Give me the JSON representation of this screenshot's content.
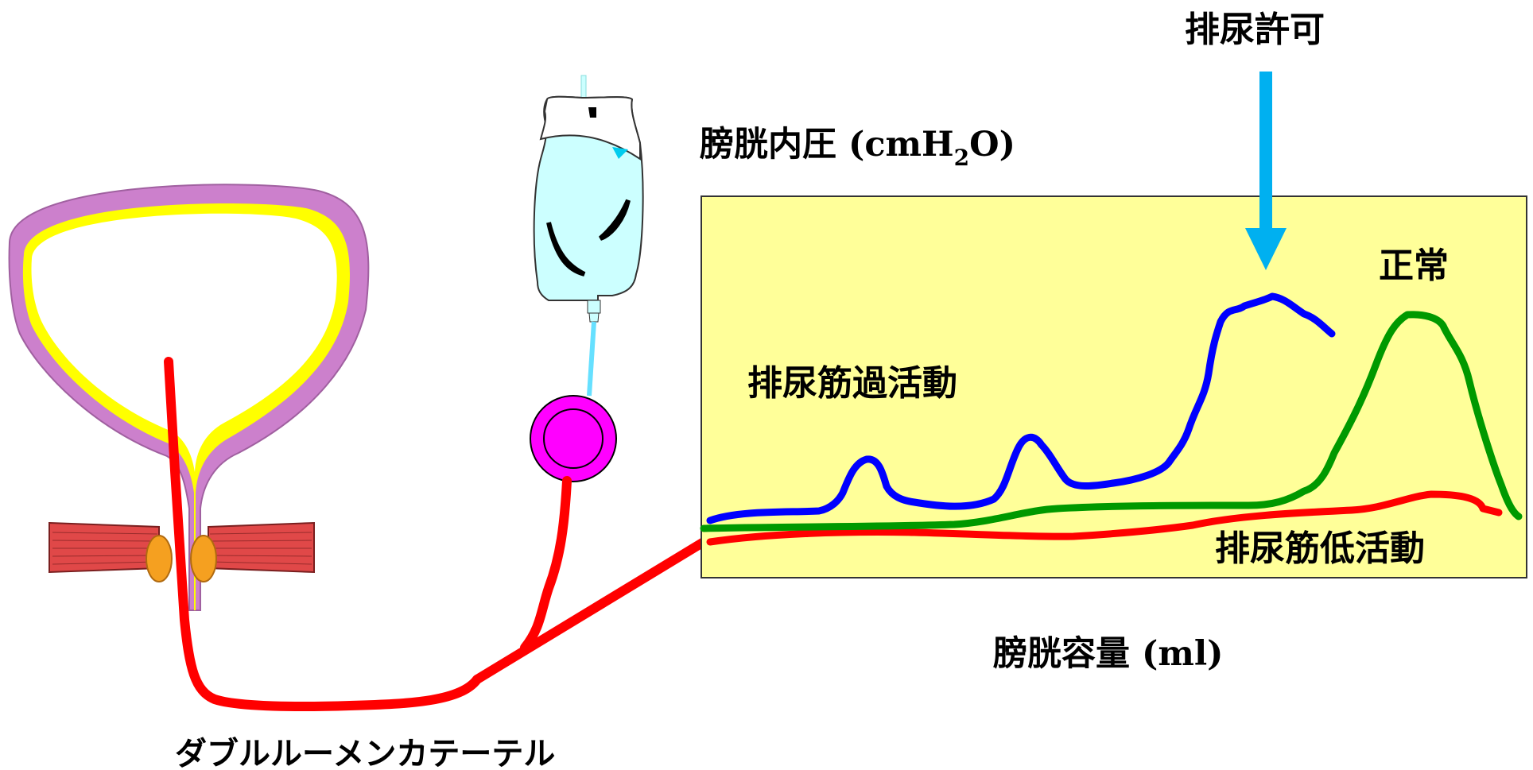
{
  "labels": {
    "pressure_axis": "膀胱内圧 (cmH",
    "pressure_sub": "2",
    "pressure_tail": "O)",
    "volume_axis": "膀胱容量 (ml)",
    "catheter": "ダブルルーメンカテーテル",
    "void_permit": "排尿許可",
    "normal": "正常",
    "overactive": "排尿筋過活動",
    "underactive": "排尿筋低活動"
  },
  "colors": {
    "graph_background": "#ffff99",
    "catheter": "#ff0000",
    "overactive_line": "#0000ff",
    "normal_line": "#009900",
    "underactive_line": "#ff0000",
    "arrow": "#00b0f0",
    "bladder_outer": "#cc80cc",
    "bladder_inner": "#ffff00",
    "sphincter": "#e04848",
    "sphincter_end": "#f5a020",
    "syringe_pump": "#ff00ff",
    "infusion_bag": "#ccffff"
  },
  "icons": {
    "bladder": "bladder-diagram",
    "sphincter": "urethral-sphincter-muscle",
    "infusion_bag": "infusion-bag-icon",
    "pump": "syringe-pump-icon",
    "arrow": "down-arrow-icon"
  }
}
